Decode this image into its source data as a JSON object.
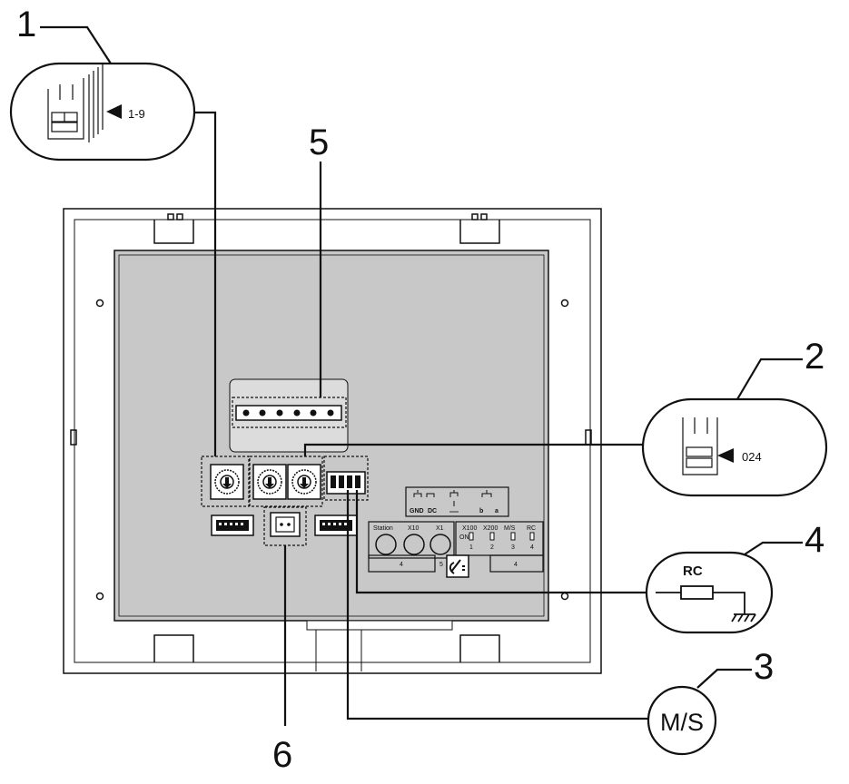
{
  "callouts": {
    "c1": {
      "number": "1",
      "range": "1-9"
    },
    "c2": {
      "number": "2",
      "range": "024"
    },
    "c3": {
      "number": "3",
      "label": "M/S"
    },
    "c4": {
      "number": "4",
      "label": "RC"
    },
    "c5": {
      "number": "5"
    },
    "c6": {
      "number": "6"
    }
  },
  "terminals": {
    "top": [
      "GND",
      "DC",
      "b",
      "a"
    ],
    "switch_labels": [
      "X100",
      "X200",
      "M/S",
      "RC"
    ],
    "switch_numbers": [
      "1",
      "2",
      "3",
      "4"
    ],
    "on_label": "ON",
    "station_labels": [
      "Station",
      "X10",
      "X1"
    ],
    "box_left_value": "4",
    "box_right_value": "4",
    "icon_number": "5"
  },
  "colors": {
    "panel": "#c8c8c8",
    "line": "#111111"
  }
}
